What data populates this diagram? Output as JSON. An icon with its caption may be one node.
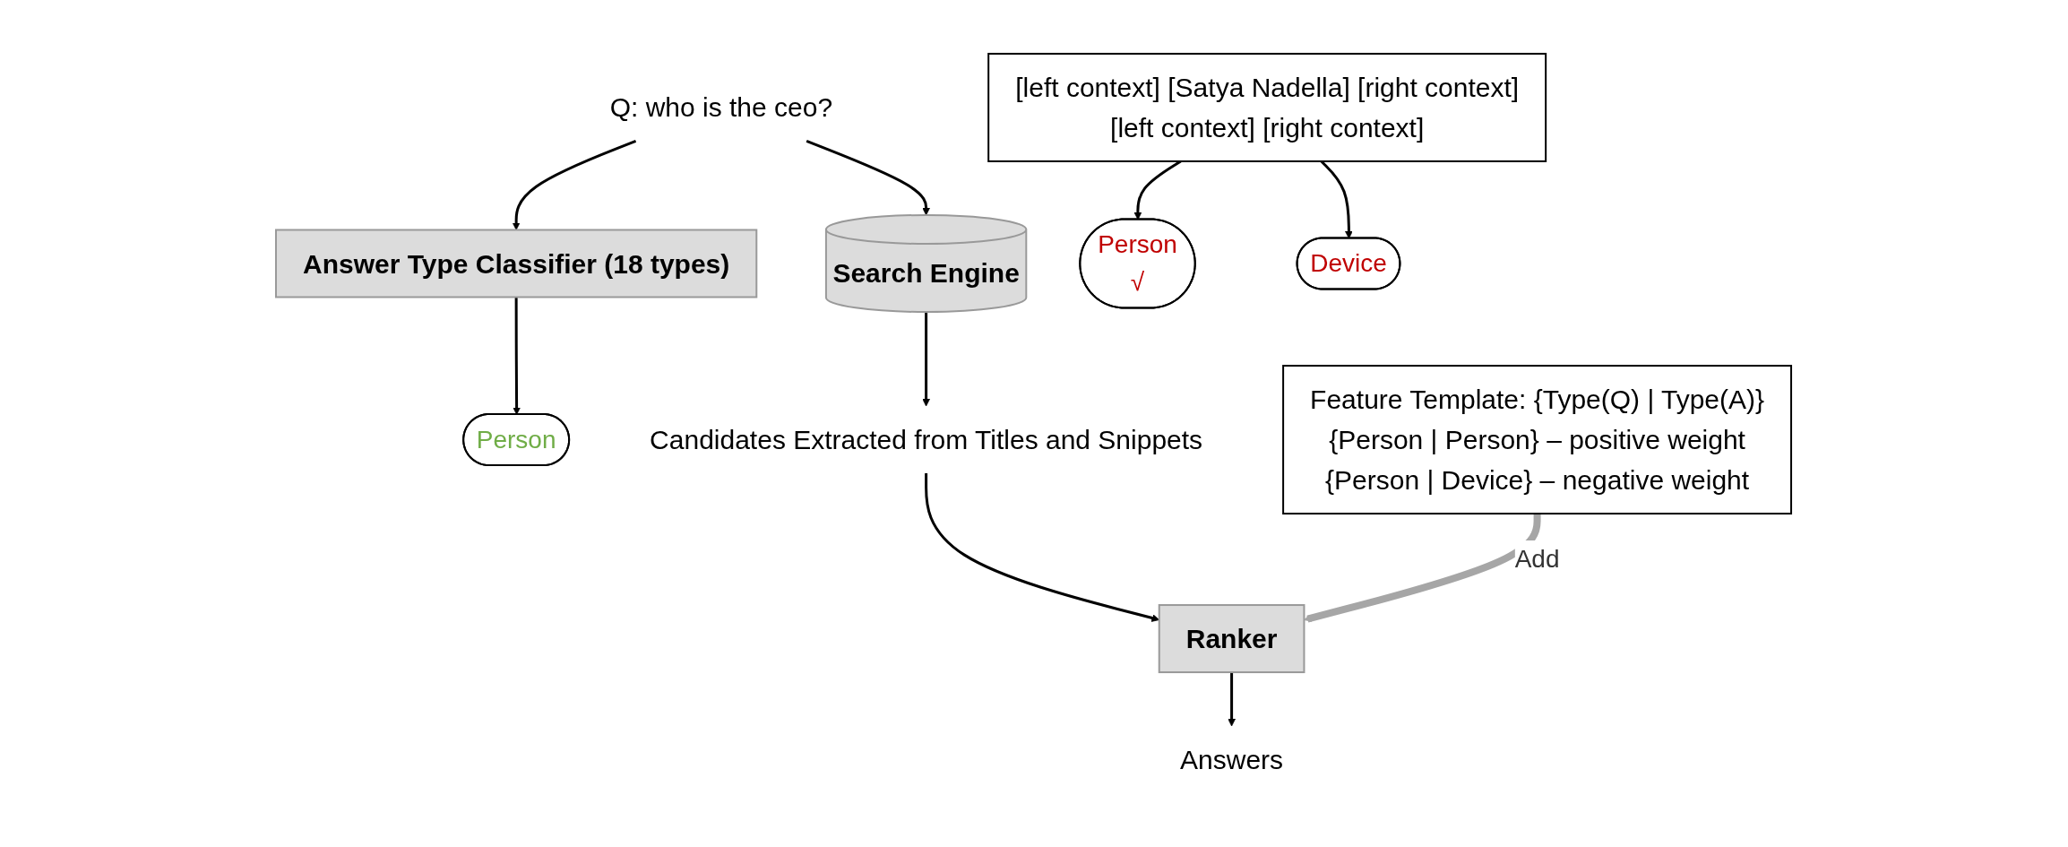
{
  "diagram": {
    "nodes": [
      {
        "text": [
          "Q: who is the ceo?"
        ]
      },
      {
        "text": [
          "Answer Type Classifier (18 types)"
        ]
      },
      {
        "text": [
          "Person"
        ]
      },
      {
        "text": [
          "Search Engine"
        ]
      },
      {
        "text": [
          "Candidates Extracted from Titles and Snippets"
        ]
      },
      {
        "text": [
          "[left context] [Satya Nadella] [right context]",
          "[left context] [right context]"
        ]
      },
      {
        "text": [
          "Person",
          "√"
        ]
      },
      {
        "text": [
          "Device"
        ]
      },
      {
        "text": [
          "Ranker"
        ]
      },
      {
        "text": [
          "Answers"
        ]
      },
      {
        "text": [
          "Feature Template: {Type(Q) | Type(A)}",
          "{Person | Person} – positive weight",
          "{Person | Device} – negative weight"
        ]
      }
    ],
    "edges": [
      {
        "from": 0,
        "to": 1,
        "arrow": "to"
      },
      {
        "from": 1,
        "to": 2,
        "arrow": "to"
      },
      {
        "from": 0,
        "to": 3,
        "arrow": "to"
      },
      {
        "from": 3,
        "to": 4,
        "arrow": "to"
      },
      {
        "from": 5,
        "to": 6,
        "arrow": "to"
      },
      {
        "from": 5,
        "to": 7,
        "arrow": "to"
      },
      {
        "from": 4,
        "to": 8,
        "arrow": "to"
      },
      {
        "from": 8,
        "to": 9,
        "arrow": "to"
      },
      {
        "from": 10,
        "to": 8,
        "arrow": "to",
        "label": "Add",
        "style": "thick",
        "color": "#a6a6a6"
      }
    ]
  }
}
